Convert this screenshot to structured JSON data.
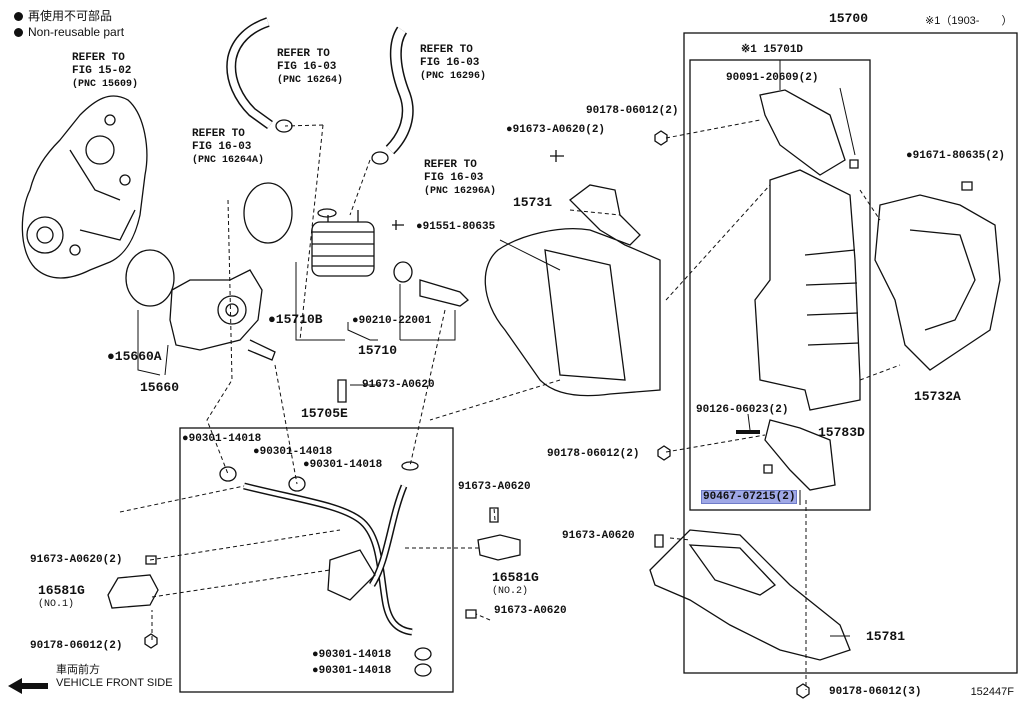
{
  "legend": {
    "reuse_jp": "再使用不可部品",
    "reuse_en": "Non-reusable part"
  },
  "note": "※1（1903-　　）",
  "diagram_code": "152447F",
  "front": {
    "jp": "車両前方",
    "en": "VEHICLE FRONT SIDE"
  },
  "refs": [
    {
      "line1": "REFER TO",
      "line2": "FIG 15-02",
      "line3": "(PNC 15609)"
    },
    {
      "line1": "REFER TO",
      "line2": "FIG 16-03",
      "line3": "(PNC 16264)"
    },
    {
      "line1": "REFER TO",
      "line2": "FIG 16-03",
      "line3": "(PNC 16296)"
    },
    {
      "line1": "REFER TO",
      "line2": "FIG 16-03",
      "line3": "(PNC 16264A)"
    },
    {
      "line1": "REFER TO",
      "line2": "FIG 16-03",
      "line3": "(PNC 16296A)"
    }
  ],
  "parts": {
    "p15700": "15700",
    "p15701d": "※1 15701D",
    "p90091": "90091-20609(2)",
    "p90178a": "90178-06012(2)",
    "p91673a": "●91673-A0620(2)",
    "p91671": "●91671-80635(2)",
    "p15731": "15731",
    "p91551": "●91551-80635",
    "p15710b": "●15710B",
    "p90210": "●90210-22001",
    "p15710": "15710",
    "p15660a": "●15660A",
    "p15660": "15660",
    "p91673b": "91673-A0620",
    "p15705e": "15705E",
    "p90301a": "●90301-14018",
    "p90301b": "●90301-14018",
    "p90301c": "●90301-14018",
    "p15732a": "15732A",
    "p90126": "90126-06023(2)",
    "p15783d": "15783D",
    "p90178b": "90178-06012(2)",
    "p90467": "90467-07215(2)",
    "p91673c": "91673-A0620",
    "p91673d": "91673-A0620(2)",
    "p16581g1": "16581G",
    "p16581g1_sub": "(NO.1)",
    "p16581g2": "16581G",
    "p16581g2_sub": "(NO.2)",
    "p91673e": "91673-A0620",
    "p91673f": "91673-A0620",
    "p15781": "15781",
    "p90178c": "90178-06012(2)",
    "p90301d": "●90301-14018",
    "p90301e": "●90301-14018",
    "p90178d": "90178-06012(3)"
  }
}
